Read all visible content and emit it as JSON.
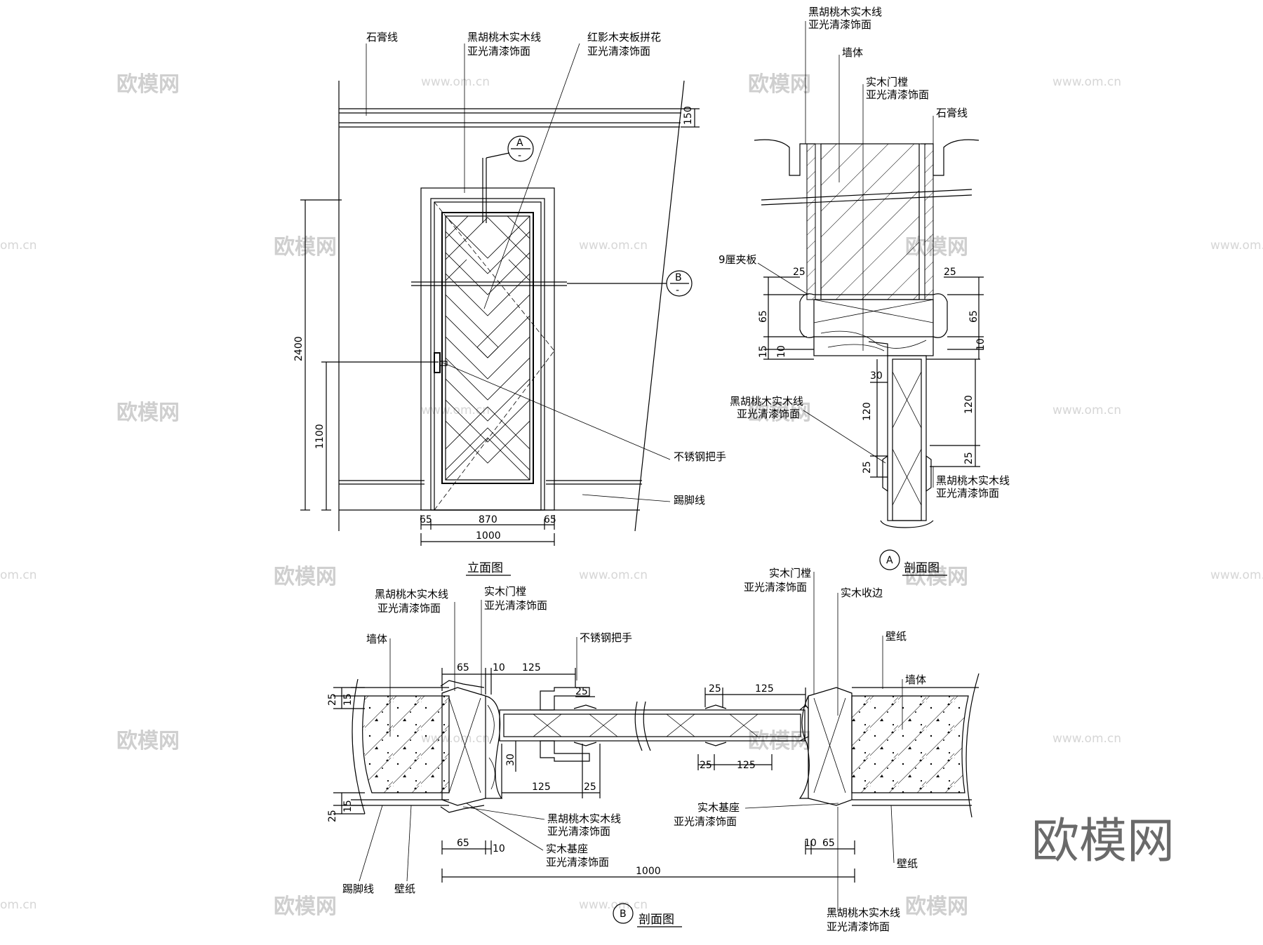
{
  "elevation": {
    "title": "立面图",
    "callouts": {
      "gypsum_line": "石膏线",
      "walnut_line_1": "黑胡桃木实木线",
      "walnut_line_2": "亚光清漆饰面",
      "mahogany_1": "红影木夹板拼花",
      "mahogany_2": "亚光清漆饰面",
      "handle": "不锈钢把手",
      "skirting": "踢脚线"
    },
    "dims": {
      "height": "2400",
      "handle_height": "1100",
      "top": "150",
      "left": "65",
      "width": "870",
      "right": "65",
      "total": "1000"
    },
    "markers": {
      "a": "A",
      "b": "B"
    }
  },
  "section_a": {
    "title": "剖面图",
    "marker": "A",
    "callouts": {
      "walnut_top_1": "黑胡桃木实木线",
      "walnut_top_2": "亚光清漆饰面",
      "wall": "墙体",
      "frame_1": "实木门樘",
      "frame_2": "亚光清漆饰面",
      "gypsum_line": "石膏线",
      "plywood": "9厘夹板",
      "walnut_mid_1": "黑胡桃木实木线",
      "walnut_mid_2": "亚光清漆饰面",
      "walnut_bot_1": "黑胡桃木实木线",
      "walnut_bot_2": "亚光清漆饰面"
    },
    "dims": {
      "l25": "25",
      "l65": "65",
      "l15": "15",
      "l10": "10",
      "c30": "30",
      "l120": "120",
      "l25b": "25",
      "r25": "25",
      "r65": "65",
      "r10": "10",
      "r120": "120",
      "r25b": "25"
    }
  },
  "section_b": {
    "title": "剖面图",
    "marker": "B",
    "callouts": {
      "walnut_1": "黑胡桃木实木线",
      "walnut_2": "亚光清漆饰面",
      "frame_1": "实木门樘",
      "frame_2": "亚光清漆饰面",
      "handle": "不锈钢把手",
      "wall_left": "墙体",
      "frame_r_1": "实木门樘",
      "frame_r_2": "亚光清漆饰面",
      "trim": "实木收边",
      "wallpaper_top": "壁纸",
      "wall_right": "墙体",
      "walnut_bl_1": "黑胡桃木实木线",
      "walnut_bl_2": "亚光清漆饰面",
      "base_l_1": "实木基座",
      "base_l_2": "亚光清漆饰面",
      "base_r_1": "实木基座",
      "base_r_2": "亚光清漆饰面",
      "skirting": "踢脚线",
      "wallpaper_bl": "壁纸",
      "wallpaper_br": "壁纸",
      "walnut_br_1": "黑胡桃木实木线",
      "walnut_br_2": "亚光清漆饰面"
    },
    "dims": {
      "t65": "65",
      "t10": "10",
      "t125": "125",
      "t25": "25",
      "t125b": "125",
      "l25": "25",
      "l15": "15",
      "l25b": "25",
      "l15b": "15",
      "c30": "30",
      "m125": "125",
      "m25": "25",
      "m25b": "25",
      "m125b": "125",
      "b65": "65",
      "b10": "10",
      "b10r": "10",
      "b65r": "65",
      "b1000": "1000"
    }
  },
  "watermark": {
    "text": "欧模网",
    "url": "www.om.cn",
    "url_short": "om.cn",
    "logo": "欧模网"
  }
}
